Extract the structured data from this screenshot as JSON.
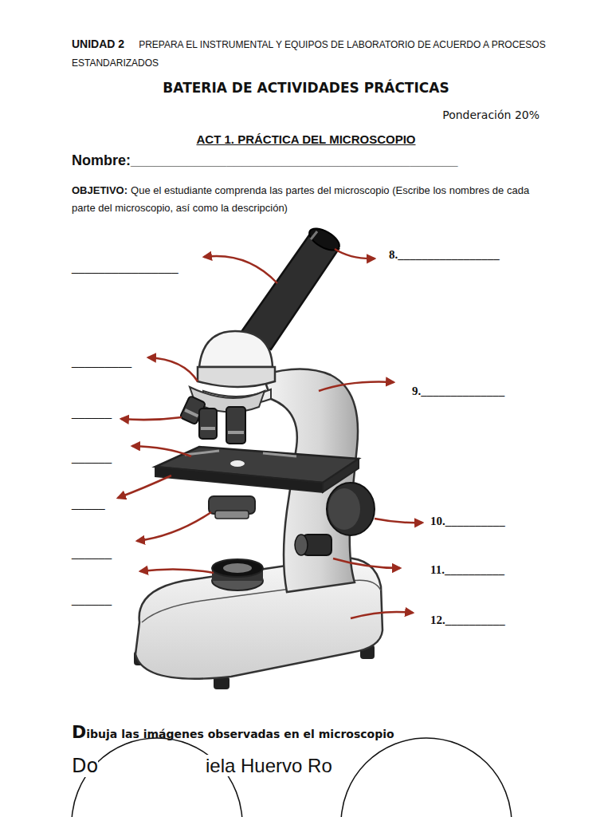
{
  "diagram": {
    "title": "BATERIA DE ACTIVIDADES PRÁCTICAS",
    "labels": [
      "UNIDAD 2",
      "PREPARA EL INSTRUMENTAL Y EQUIPOS DE LABORATORIO DE ACUERDO A PROCESOS ESTANDARIZADOS",
      "Ponderación 20%",
      "ACT 1. PRÁCTICA DEL MICROSCOPIO",
      "Nombre:_________________________________________",
      "OBJETIVO:",
      "Que el estudiante comprenda las partes del microscopio (Escribe los nombres de cada parte del microscopio, así como la descripción)",
      "________________",
      "8._________________",
      "_________",
      "______",
      "9.______________",
      "______",
      "_____",
      "______",
      "10.__________",
      "11.__________",
      "______",
      "12.__________",
      "D",
      "ibuja las imágenes observadas en el microscopio",
      "Do",
      "iela Huervo Ro"
    ]
  }
}
